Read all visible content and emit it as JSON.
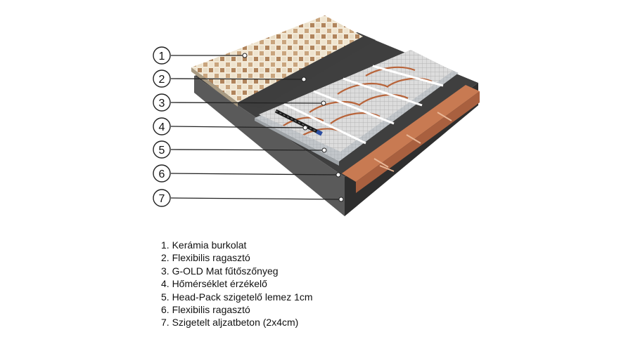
{
  "callouts": [
    {
      "number": "1",
      "text": "1. Kerámia burkolat"
    },
    {
      "number": "2",
      "text": "2. Flexibilis ragasztó"
    },
    {
      "number": "3",
      "text": "3. G-OLD Mat fűtőszőnyeg"
    },
    {
      "number": "4",
      "text": "4. Hőmérséklet érzékelő"
    },
    {
      "number": "5",
      "text": "5. Head-Pack szigetelő lemez 1cm"
    },
    {
      "number": "6",
      "text": "6. Flexibilis ragasztó"
    },
    {
      "number": "7",
      "text": "7. Szigetelt aljzatbeton (2x4cm)"
    }
  ],
  "colors": {
    "tile_light": "#f3ead8",
    "tile_brown": "#b0845c",
    "adhesive": "#3e3e3e",
    "heating_mat": "#d9d9d9",
    "heating_cable": "#b8643a",
    "insulation": "#c2c6ca",
    "concrete": "#4a4a4a",
    "brick": "#c87a52"
  }
}
